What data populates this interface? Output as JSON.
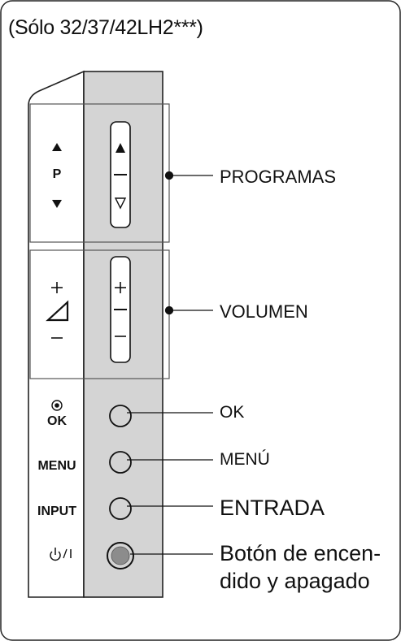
{
  "title": "(Sólo 32/37/42LH2***)",
  "panel": {
    "program_symbol": "P",
    "ok_symbol": "OK",
    "menu_symbol": "MENU",
    "input_symbol": "INPUT",
    "power_symbol": "⏻/I"
  },
  "callouts": {
    "programs": "PROGRAMAS",
    "volume": "VOLUMEN",
    "ok": "OK",
    "menu": "MENÚ",
    "input": "ENTRADA",
    "power_line1": "Botón de encen-",
    "power_line2": "dido y apagado"
  }
}
